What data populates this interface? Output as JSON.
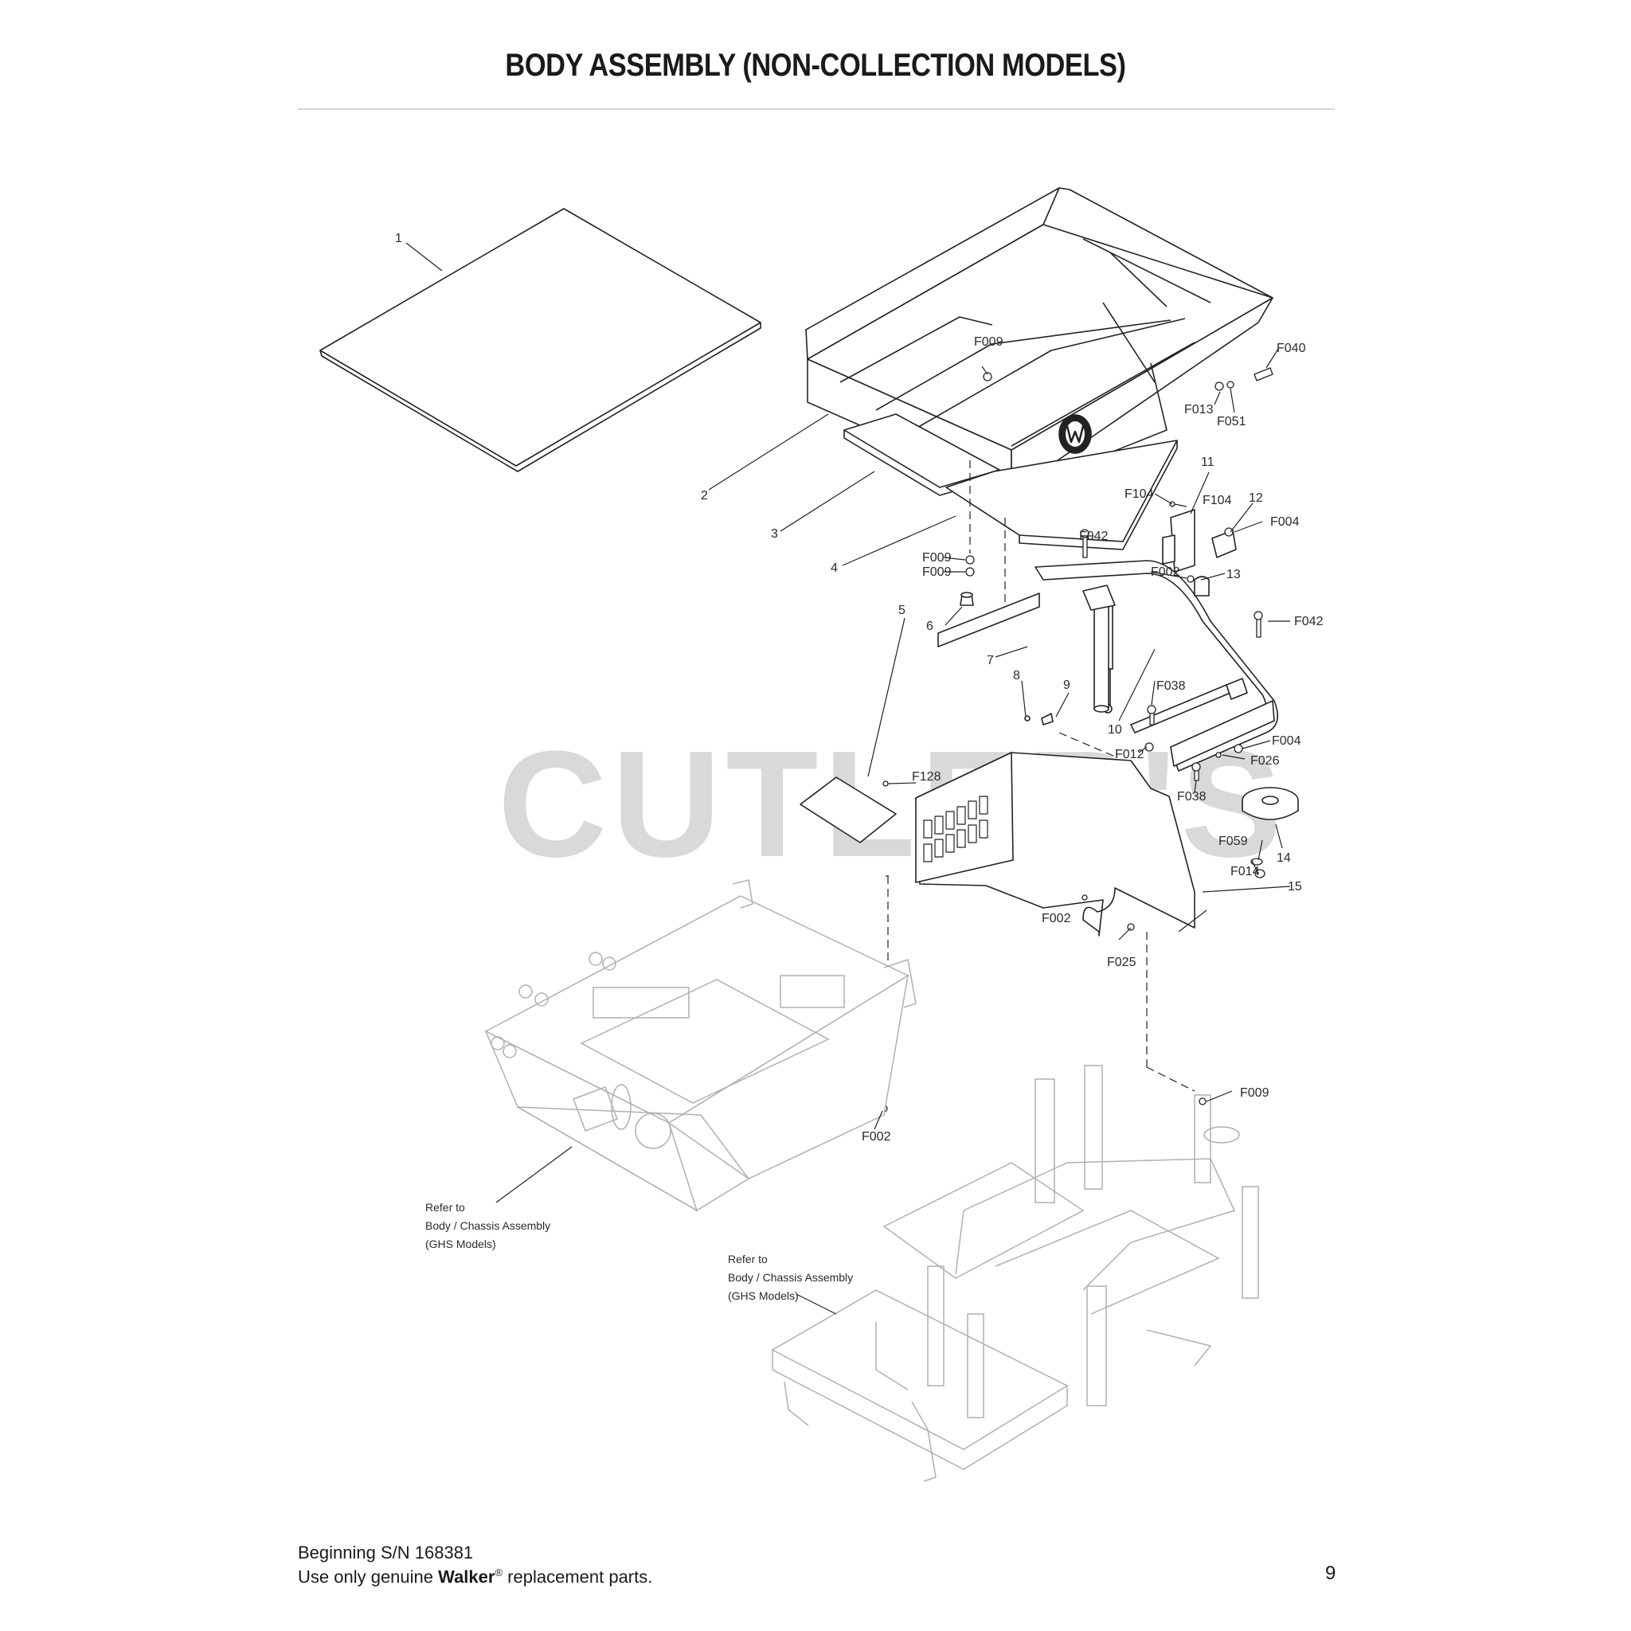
{
  "title": "BODY ASSEMBLY (NON-COLLECTION MODELS)",
  "watermark": "CUTLER'S",
  "callouts": {
    "c1": "1",
    "c2": "2",
    "c3": "3",
    "c4": "4",
    "c5": "5",
    "c6": "6",
    "c7": "7",
    "c8": "8",
    "c9": "9",
    "c10": "10",
    "c11": "11",
    "c12": "12",
    "c13": "13",
    "c14": "14",
    "c15": "15",
    "F009a": "F009",
    "F009b": "F009",
    "F009c": "F009",
    "F009d": "F009",
    "F040": "F040",
    "F013": "F013",
    "F051": "F051",
    "F104a": "F104",
    "F104b": "F104",
    "F004a": "F004",
    "F004b": "F004",
    "F042a": "F042",
    "F042b": "F042",
    "F002a": "F002",
    "F002b": "F002",
    "F002c": "F002",
    "F038a": "F038",
    "F038b": "F038",
    "F012": "F012",
    "F026": "F026",
    "F128": "F128",
    "F059": "F059",
    "F014": "F014",
    "F025": "F025"
  },
  "references": {
    "left": [
      "Refer to",
      "Body / Chassis Assembly",
      "(GHS Models)"
    ],
    "right": [
      "Refer to",
      "Body / Chassis Assembly",
      "(GHS Models)"
    ]
  },
  "footer": {
    "serial": "Beginning S/N 168381",
    "note_prefix": "Use only genuine ",
    "brand": "Walker",
    "registered": "®",
    "note_suffix": " replacement parts."
  },
  "page_number": "9"
}
